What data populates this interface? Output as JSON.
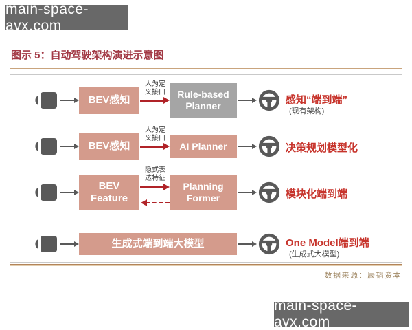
{
  "watermarks": {
    "top": "main-space-ayx.com",
    "bottom": "main-space-ayx.com"
  },
  "title": "图示 5：自动驾驶架构演进示意图",
  "source": "数据来源：辰韬资本",
  "colors": {
    "salmon_box": "#D49B8C",
    "gray_box": "#A5A5A5",
    "red_arrow": "#B02328",
    "red_text": "#C7342C",
    "title_red": "#A23844",
    "icon_gray": "#595959",
    "rule_tan": "#C9A47D",
    "watermark_bg": "#686868"
  },
  "rows": [
    {
      "input_icon": "camera-icon",
      "box1": "BEV感知",
      "interface_label": "人为定\n义接口",
      "box2": "Rule-based\nPlanner",
      "output_icon": "steering-wheel-icon",
      "result": "感知“端到端”",
      "result_note": "(现有架构)"
    },
    {
      "input_icon": "camera-icon",
      "box1": "BEV感知",
      "interface_label": "人为定\n义接口",
      "box2": "AI Planner",
      "output_icon": "steering-wheel-icon",
      "result": "决策规划模型化"
    },
    {
      "input_icon": "camera-icon",
      "box1": "BEV\nFeature",
      "interface_label": "隐式表\n达特征",
      "box2": "Planning\nFormer",
      "output_icon": "steering-wheel-icon",
      "result": "模块化端到端"
    },
    {
      "input_icon": "camera-icon",
      "box1": "生成式端到端大模型",
      "output_icon": "steering-wheel-icon",
      "result": "One Model端到端",
      "result_note": "(生成式大模型)"
    }
  ]
}
